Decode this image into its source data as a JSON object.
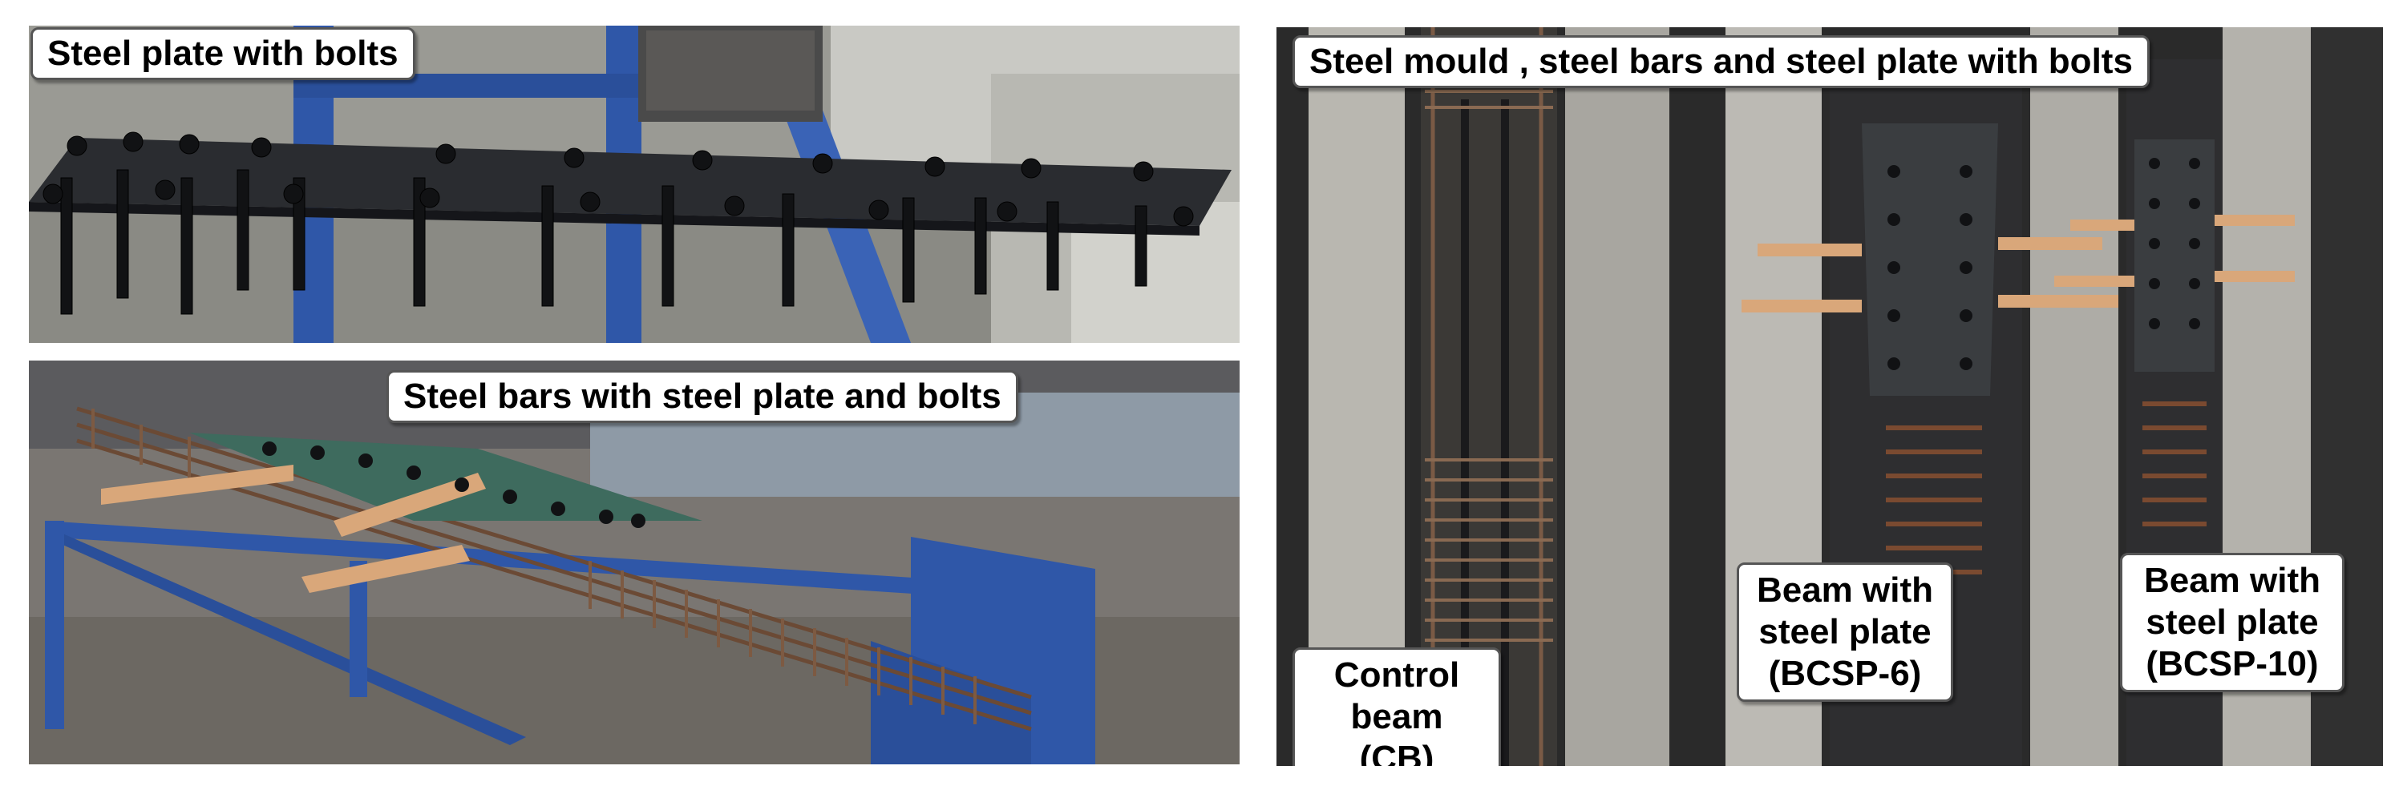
{
  "figure": {
    "panel_top_left": {
      "label": "Steel plate with bolts"
    },
    "panel_bottom_left": {
      "label": "Steel bars  with steel plate and bolts"
    },
    "panel_right": {
      "label": "Steel mould , steel bars  and steel plate with bolts",
      "beams": [
        {
          "line1": "Control beam",
          "line2": "(CB)"
        },
        {
          "line1": "Beam with",
          "line2": "steel plate",
          "line3": "(BCSP-6)"
        },
        {
          "line1": "Beam with",
          "line2": "steel plate",
          "line3": "(BCSP-10)"
        }
      ]
    }
  },
  "colors": {
    "steel_dark": "#2a2c30",
    "frame_blue": "#2f57a8",
    "concrete": "#b9b7b0",
    "rebar_rust": "#6b4a35",
    "wood": "#d9a77a"
  }
}
